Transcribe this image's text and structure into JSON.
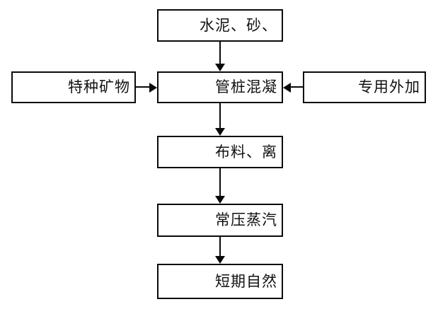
{
  "diagram": {
    "type": "flowchart",
    "orientation": "top-to-bottom with lateral inputs",
    "nodes": [
      {
        "id": "raw-materials",
        "label": "水泥、砂、"
      },
      {
        "id": "mineral",
        "label": "特种矿物"
      },
      {
        "id": "concrete",
        "label": "管桩混凝"
      },
      {
        "id": "admixture",
        "label": "专用外加"
      },
      {
        "id": "distribution",
        "label": "布料、离"
      },
      {
        "id": "steam-curing",
        "label": "常压蒸汽"
      },
      {
        "id": "natural-cure",
        "label": "短期自然"
      }
    ],
    "edges": [
      {
        "id": "raw-to-concrete",
        "from": "raw-materials",
        "to": "concrete",
        "direction": "down"
      },
      {
        "id": "mineral-to-concrete",
        "from": "mineral",
        "to": "concrete",
        "direction": "right"
      },
      {
        "id": "admixture-to-concrete",
        "from": "admixture",
        "to": "concrete",
        "direction": "left"
      },
      {
        "id": "concrete-to-dist",
        "from": "concrete",
        "to": "distribution",
        "direction": "down"
      },
      {
        "id": "dist-to-steam",
        "from": "distribution",
        "to": "steam-curing",
        "direction": "down"
      },
      {
        "id": "steam-to-natural",
        "from": "steam-curing",
        "to": "natural-cure",
        "direction": "down"
      }
    ],
    "colors": {
      "background": "#ffffff",
      "border": "#0a0a0a",
      "text": "#111111",
      "arrow": "#0a0a0a"
    }
  }
}
